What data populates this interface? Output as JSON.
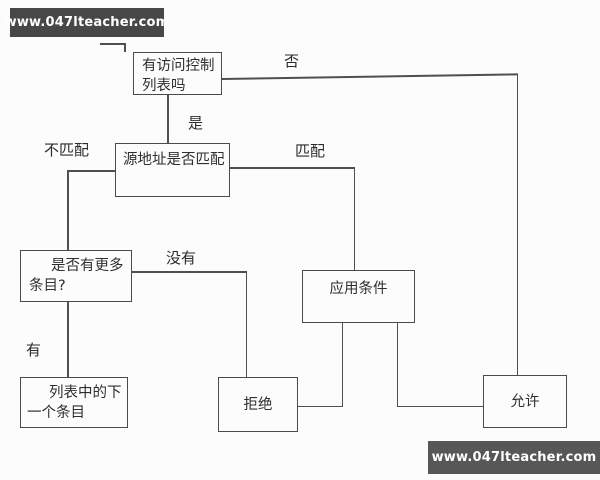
{
  "watermarks": {
    "top_text": "www.047lteacher.com",
    "bottom_text": "www.047lteacher.com"
  },
  "colors": {
    "line": "#4f4f4f",
    "box_border": "#4a4a4a",
    "banner_top_bg": "#474747",
    "banner_bottom_bg": "#575757",
    "banner_text": "#ffffff",
    "text": "#2e2e2e",
    "background": "#fcfcfc"
  },
  "flowchart": {
    "nodes": {
      "has_acl": {
        "line1": "有访问控制",
        "line2": "列表吗"
      },
      "src_match": {
        "line1": "源地址是否匹配"
      },
      "more_entries": {
        "line1": "是否有更多",
        "line2": "条目?"
      },
      "apply_condition": {
        "line1": "应用条件"
      },
      "next_entry": {
        "line1": "列表中的下",
        "line2": "一个条目"
      },
      "deny": {
        "line1": "拒绝"
      },
      "permit": {
        "line1": "允许"
      }
    },
    "labels": {
      "no": "否",
      "yes": "是",
      "match": "匹配",
      "no_match": "不匹配",
      "none": "没有",
      "have": "有"
    }
  }
}
